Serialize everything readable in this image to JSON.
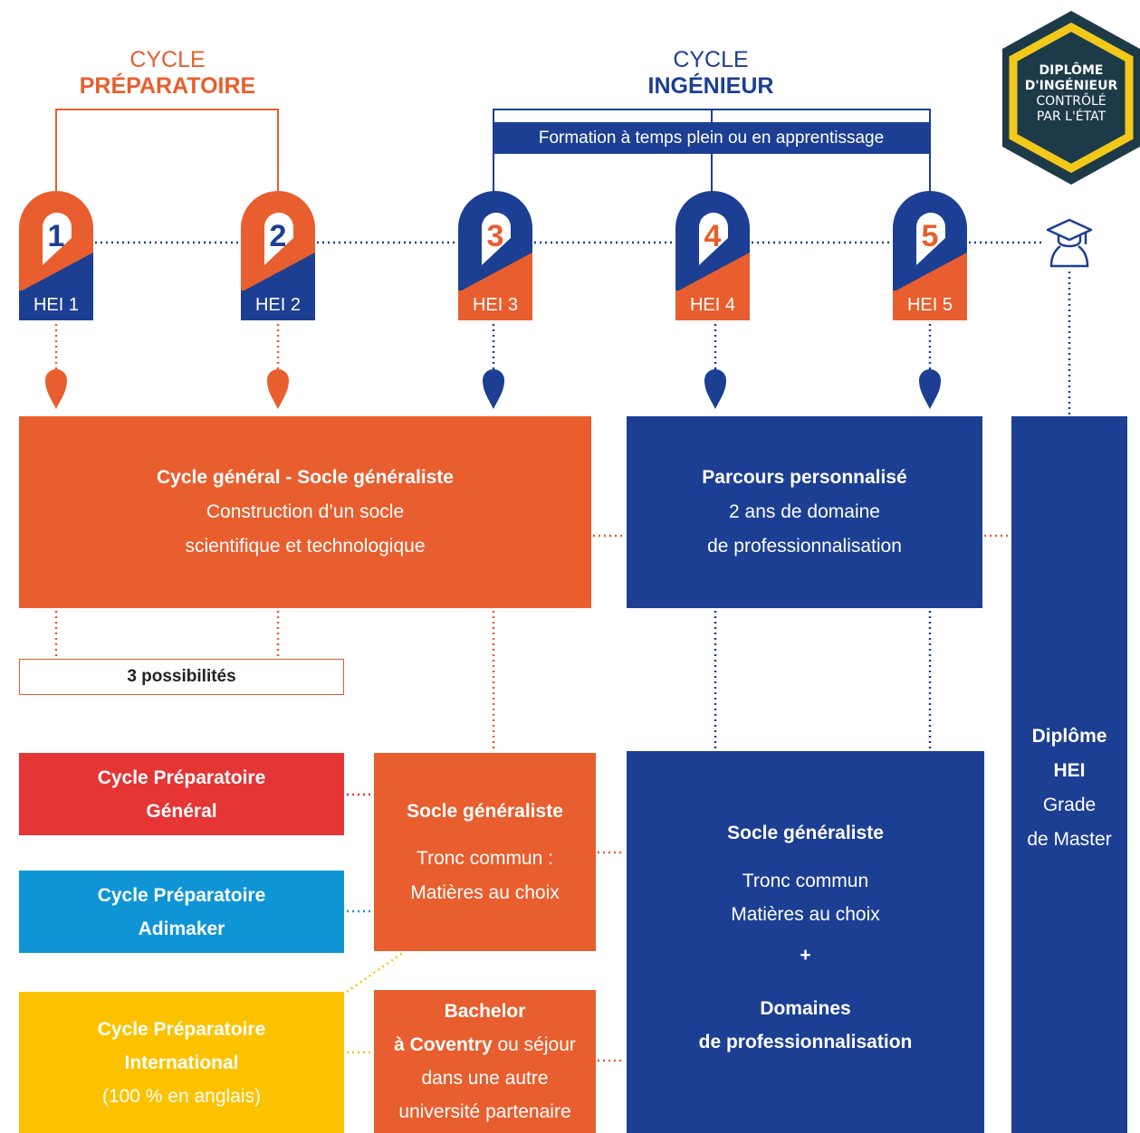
{
  "cycles": {
    "preparatoire": {
      "line1": "CYCLE",
      "line2": "PRÉPARATOIRE"
    },
    "ingenieur": {
      "line1": "CYCLE",
      "line2": "INGÉNIEUR"
    }
  },
  "formation_banner": "Formation à temps plein ou en apprentissage",
  "diploma_badge": {
    "line1": "DIPLÔME",
    "line2": "D'INGÉNIEUR",
    "line3": "CONTRÔLÉ",
    "line4": "PAR L'ÉTAT"
  },
  "years": [
    {
      "number": "1",
      "label": "HEI 1"
    },
    {
      "number": "2",
      "label": "HEI 2"
    },
    {
      "number": "3",
      "label": "HEI 3"
    },
    {
      "number": "4",
      "label": "HEI 4"
    },
    {
      "number": "5",
      "label": "HEI 5"
    }
  ],
  "graduation_icon": "graduation-cap-icon",
  "cycle_general": {
    "title": "Cycle général - Socle généraliste",
    "line2": "Construction d’un socle",
    "line3": "scientifique et technologique"
  },
  "parcours": {
    "title": "Parcours personnalisé",
    "line2": "2 ans de domaine",
    "line3": "de professionnalisation"
  },
  "diplome_hei": {
    "line1": "Diplôme",
    "line2": "HEI",
    "line3": "Grade",
    "line4": "de Master"
  },
  "possibilites": "3 possibilités",
  "prep_general": {
    "line1": "Cycle Préparatoire",
    "line2": "Général"
  },
  "prep_adimaker": {
    "line1": "Cycle Préparatoire",
    "line2": "Adimaker"
  },
  "prep_international": {
    "line1": "Cycle Préparatoire",
    "line2": "International",
    "line3": "(100 % en anglais)"
  },
  "socle_orange": {
    "title": "Socle généraliste",
    "line2": "Tronc commun :",
    "line3": "Matières au choix"
  },
  "bachelor": {
    "title": "Bachelor",
    "line2_bold": "à Coventry",
    "line2_rest": " ou séjour",
    "line3": "dans une autre",
    "line4": "université partenaire"
  },
  "socle_blue": {
    "title": "Socle généraliste",
    "line2": "Tronc commun",
    "line3": "Matières au choix",
    "plus": "+",
    "line5": "Domaines",
    "line6": "de professionnalisation"
  },
  "colors": {
    "orange": "#e85e2e",
    "blue": "#1c3f93",
    "red": "#e53535",
    "light_blue": "#0f95d6",
    "yellow": "#fcc200",
    "badge_dark": "#1d3a49",
    "badge_yellow": "#f2c81a"
  }
}
